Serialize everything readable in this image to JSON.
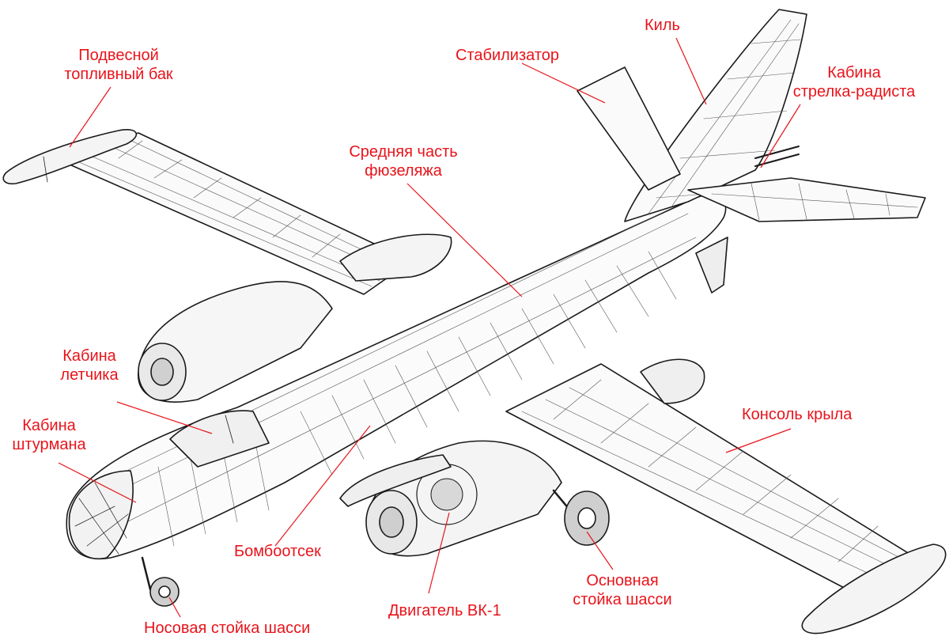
{
  "colors": {
    "label": "#e8141b",
    "drawing": "#1a1a1a",
    "background": "#ffffff"
  },
  "labels": {
    "fuel_tank": {
      "line1": "Подвесной",
      "line2": "топливный бак"
    },
    "stabilizer": "Стабилизатор",
    "fin": "Киль",
    "gunner_cabin": {
      "line1": "Кабина",
      "line2": "стрелка-радиста"
    },
    "mid_fuselage": {
      "line1": "Средняя часть",
      "line2": "фюзеляжа"
    },
    "pilot_cabin": {
      "line1": "Кабина",
      "line2": "летчика"
    },
    "navigator_cabin": {
      "line1": "Кабина",
      "line2": "штурмана"
    },
    "wing_console": "Консоль крыла",
    "bomb_bay": "Бомбоотсек",
    "engine": "Двигатель ВК-1",
    "main_gear": {
      "line1": "Основная",
      "line2": "стойка шасси"
    },
    "nose_gear": "Носовая стойка шасси"
  }
}
